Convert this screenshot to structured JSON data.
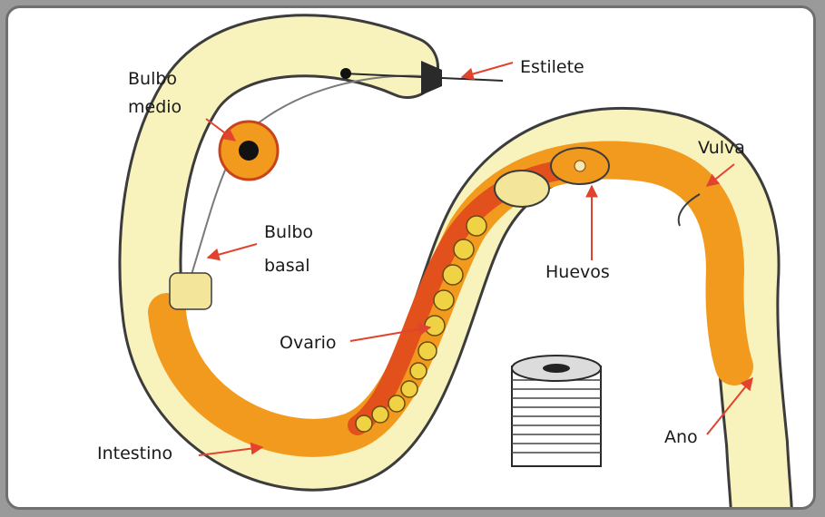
{
  "labels": {
    "bulbo_medio_1": "Bulbo",
    "bulbo_medio_2": "medio",
    "estilete": "Estilete",
    "vulva": "Vulva",
    "bulbo_basal_1": "Bulbo",
    "bulbo_basal_2": "basal",
    "huevos": "Huevos",
    "ovario": "Ovario",
    "ano": "Ano",
    "intestino": "Intestino"
  },
  "colors": {
    "body": "#f8f3bd",
    "outline": "#3c3c3c",
    "intestine": "#f29a1e",
    "ovary_red": "#e2501b",
    "egg_cell": "#f0d245",
    "arrow": "#e2432f"
  }
}
